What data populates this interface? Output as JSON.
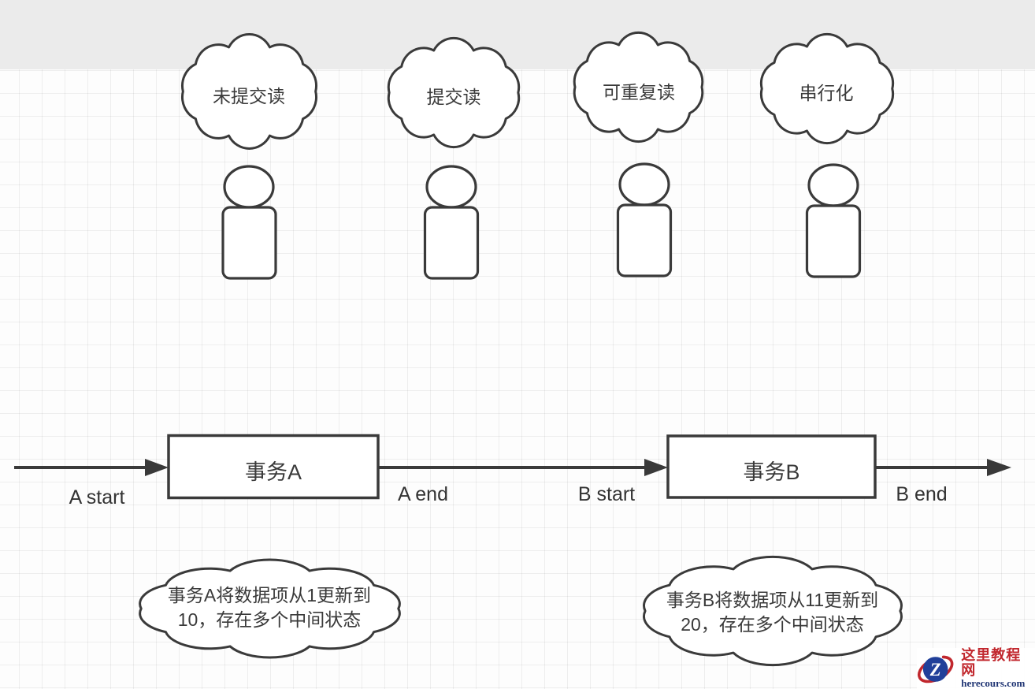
{
  "diagram": {
    "isolation_levels": [
      {
        "label": "未提交读"
      },
      {
        "label": "提交读"
      },
      {
        "label": "可重复读"
      },
      {
        "label": "串行化"
      }
    ],
    "timeline": {
      "transaction_a": {
        "box_label": "事务A",
        "start_label": "A start",
        "end_label": "A end"
      },
      "transaction_b": {
        "box_label": "事务B",
        "start_label": "B start",
        "end_label": "B end"
      }
    },
    "callouts": {
      "transaction_a": {
        "line1": "事务A将数据项从1更新到",
        "line2": "10，存在多个中间状态"
      },
      "transaction_b": {
        "line1": "事务B将数据项从11更新到",
        "line2": "20，存在多个中间状态"
      }
    },
    "colors": {
      "stroke": "#3a3a3a",
      "grid_line": "#ececec",
      "top_band": "#ebebeb",
      "background": "#fdfdfd"
    }
  },
  "watermark": {
    "site_name": "这里教程网",
    "site_url": "herecours.com",
    "logo_letter": "Z",
    "red": "#c1272d",
    "circle_blue": "#21409a",
    "url_blue": "#1f3473"
  }
}
